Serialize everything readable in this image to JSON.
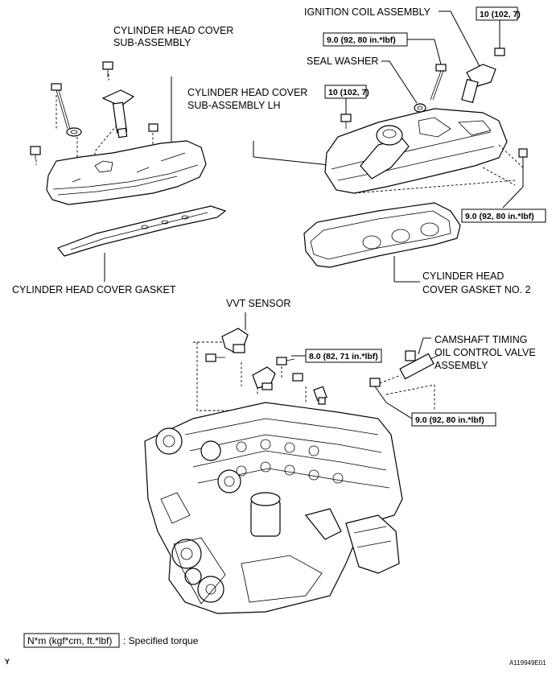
{
  "labels": {
    "cover_rh": [
      "CYLINDER HEAD COVER",
      "SUB-ASSEMBLY"
    ],
    "ignition_coil": "IGNITION COIL ASSEMBLY",
    "seal_washer": "SEAL WASHER",
    "cover_lh": [
      "CYLINDER HEAD COVER",
      "SUB-ASSEMBLY LH"
    ],
    "gasket": "CYLINDER HEAD COVER GASKET",
    "gasket_no2": [
      "CYLINDER HEAD",
      "COVER GASKET NO. 2"
    ],
    "vvt_sensor": "VVT SENSOR",
    "ocv": [
      "CAMSHAFT TIMING",
      "OIL CONTROL VALVE",
      "ASSEMBLY"
    ]
  },
  "torques": {
    "coil_bolt": "10 (102, 7)",
    "coil_bolt_lh": "9.0 (92, 80 in.*lbf)",
    "cover_lh_bolt": "10 (102, 7)",
    "cover_nut": "9.0 (92, 80 in.*lbf)",
    "vvt_bolt": "8.0 (82, 71 in.*lbf)",
    "ocv_bolt": "9.0 (92, 80 in.*lbf)"
  },
  "legend": {
    "unit": "N*m (kgf*cm, ft.*lbf)",
    "text": ": Specified torque"
  },
  "footer": {
    "left": "Y",
    "code": "A119949E01"
  }
}
